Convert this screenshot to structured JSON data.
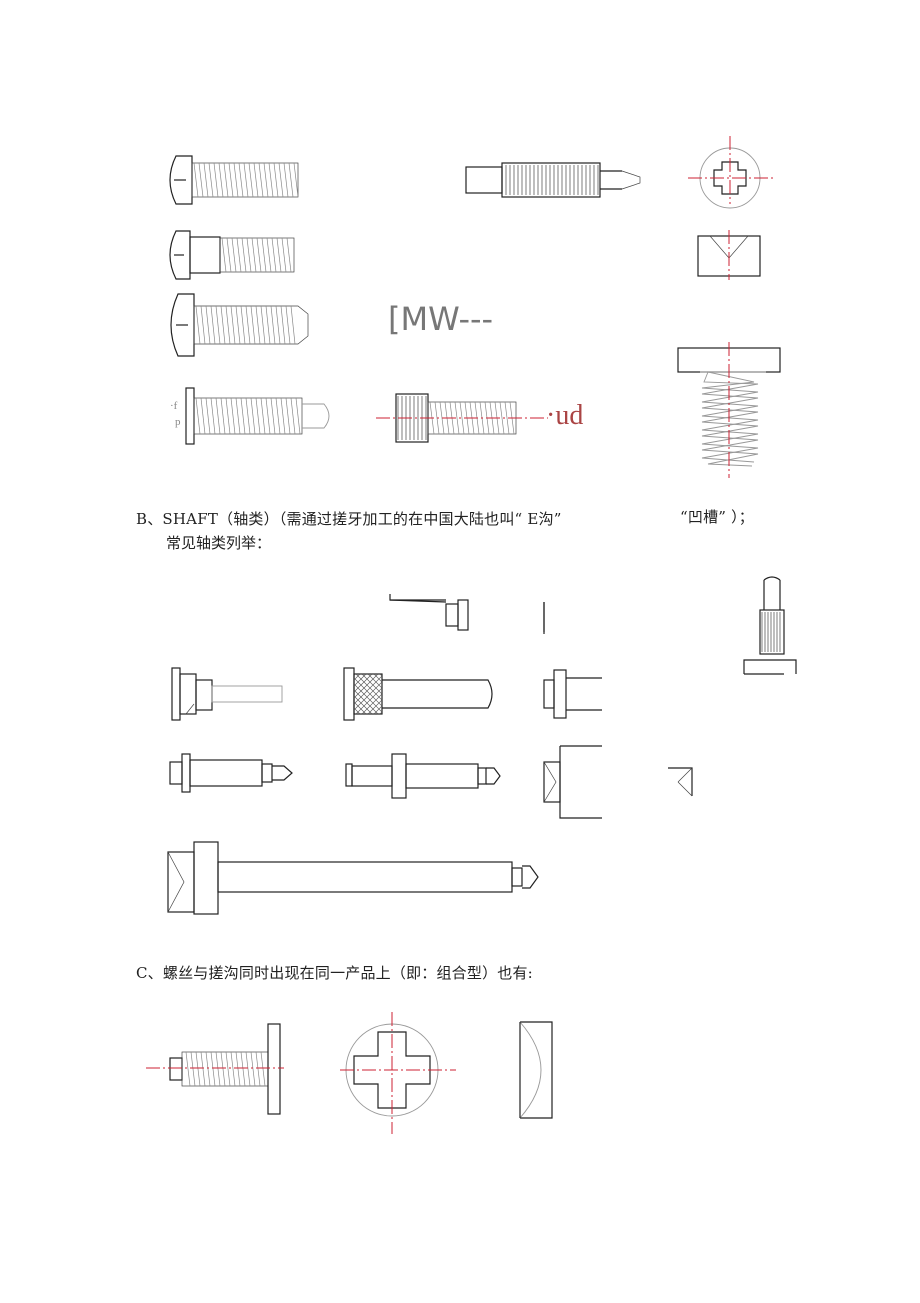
{
  "section_a": {
    "label_mw": "[MW---",
    "label_ud": "·ud",
    "mark_f": "·f",
    "mark_p": "p"
  },
  "section_b": {
    "heading_main": "B、SHAFT（轴类）（需通过搓牙加工的在中国大陆也叫“ E沟”",
    "heading_tail": "“凹槽” ）；",
    "subheading": "常见轴类列举："
  },
  "section_c": {
    "heading": "C、螺丝与搓沟同时出现在同一产品上（即：组合型）也有:"
  },
  "colors": {
    "line": "#222222",
    "centerline": "#cc2233",
    "label_gray": "#777777"
  }
}
